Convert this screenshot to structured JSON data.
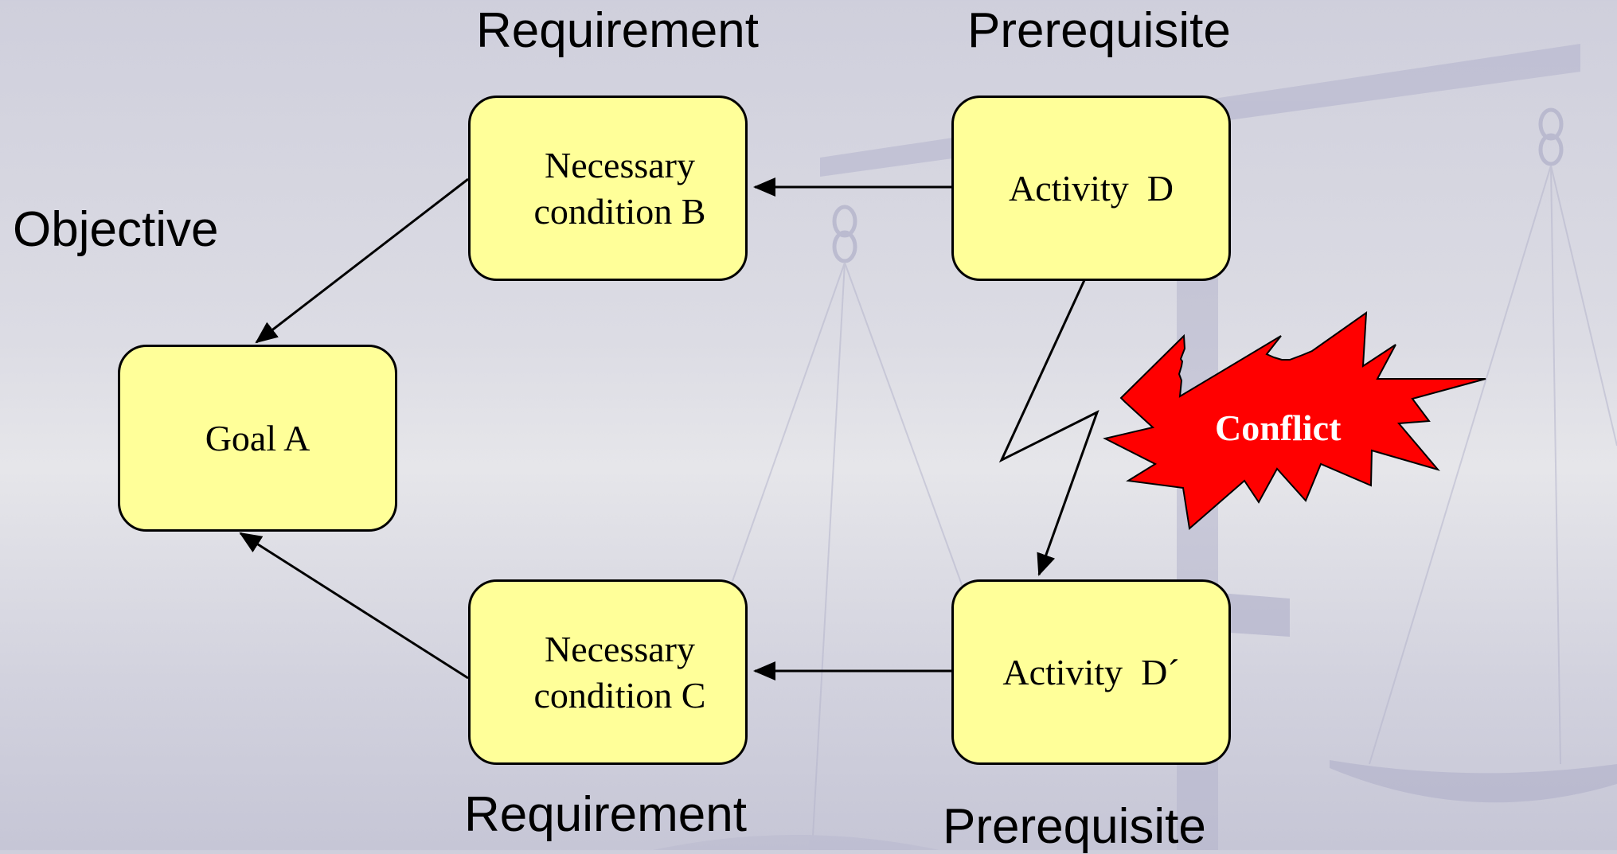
{
  "headings": {
    "requirement_top": "Requirement",
    "prerequisite_top": "Prerequisite",
    "objective": "Objective",
    "requirement_bottom": "Requirement",
    "prerequisite_bottom": "Prerequisite"
  },
  "nodes": {
    "goal_a": "Goal A",
    "condition_b": "Necessary\ncondition B",
    "condition_c": "Necessary\ncondition C",
    "activity_d": "Activity  D",
    "activity_d_prime": "Activity  D´"
  },
  "conflict": "Conflict",
  "colors": {
    "node_fill": "#ffff99",
    "conflict_fill": "#ff0000",
    "conflict_text": "#ffffff",
    "scale_watermark": "#b9b9d2"
  },
  "icons": {
    "watermark": "balance-scale-icon",
    "conflict_shape": "explosion-starburst-icon"
  }
}
